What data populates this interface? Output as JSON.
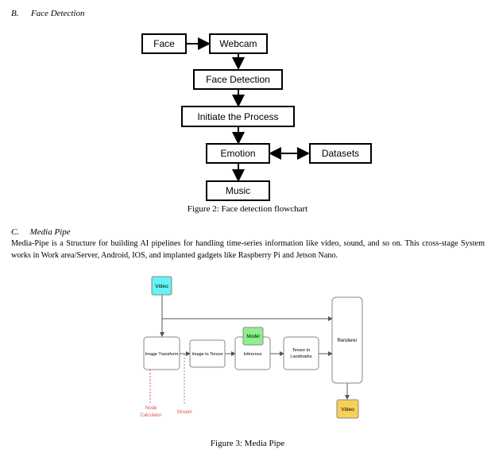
{
  "section_b": {
    "number": "B.",
    "title": "Face Detection"
  },
  "flowchart": {
    "face": "Face",
    "webcam": "Webcam",
    "face_detection": "Face Detection",
    "initiate": "Initiate the Process",
    "emotion": "Emotion",
    "datasets": "Datasets",
    "music": "Music"
  },
  "figure2_caption": "Figure 2: Face detection flowchart",
  "section_c": {
    "number": "C.",
    "title": "Media Pipe"
  },
  "paragraph": "Media-Pipe is a Structure for building AI pipelines for handling time-series information like video, sound, and so on. This cross-stage System works in Work area/Server, Android, IOS, and implanted gadgets like Raspberry Pi and Jetson Nano.",
  "mediapipe": {
    "video_in": "Video",
    "image_transform": "Image Transform",
    "image_to_tensor": "Image to Tensor",
    "model": "Model",
    "inference": "Inference",
    "tensor_to_landmarks_1": "Tensor to",
    "tensor_to_landmarks_2": "Landmarks",
    "renderer": "Renderer",
    "video_out": "Video",
    "node_calculator_1": "Node",
    "node_calculator_2": "Calculator",
    "stream": "Stream",
    "colors": {
      "video_in": "#66f2f7",
      "model": "#8ef08a",
      "video_out": "#f7d157",
      "annotation": "#d9534f"
    }
  },
  "figure3_caption": "Figure 3: Media Pipe"
}
